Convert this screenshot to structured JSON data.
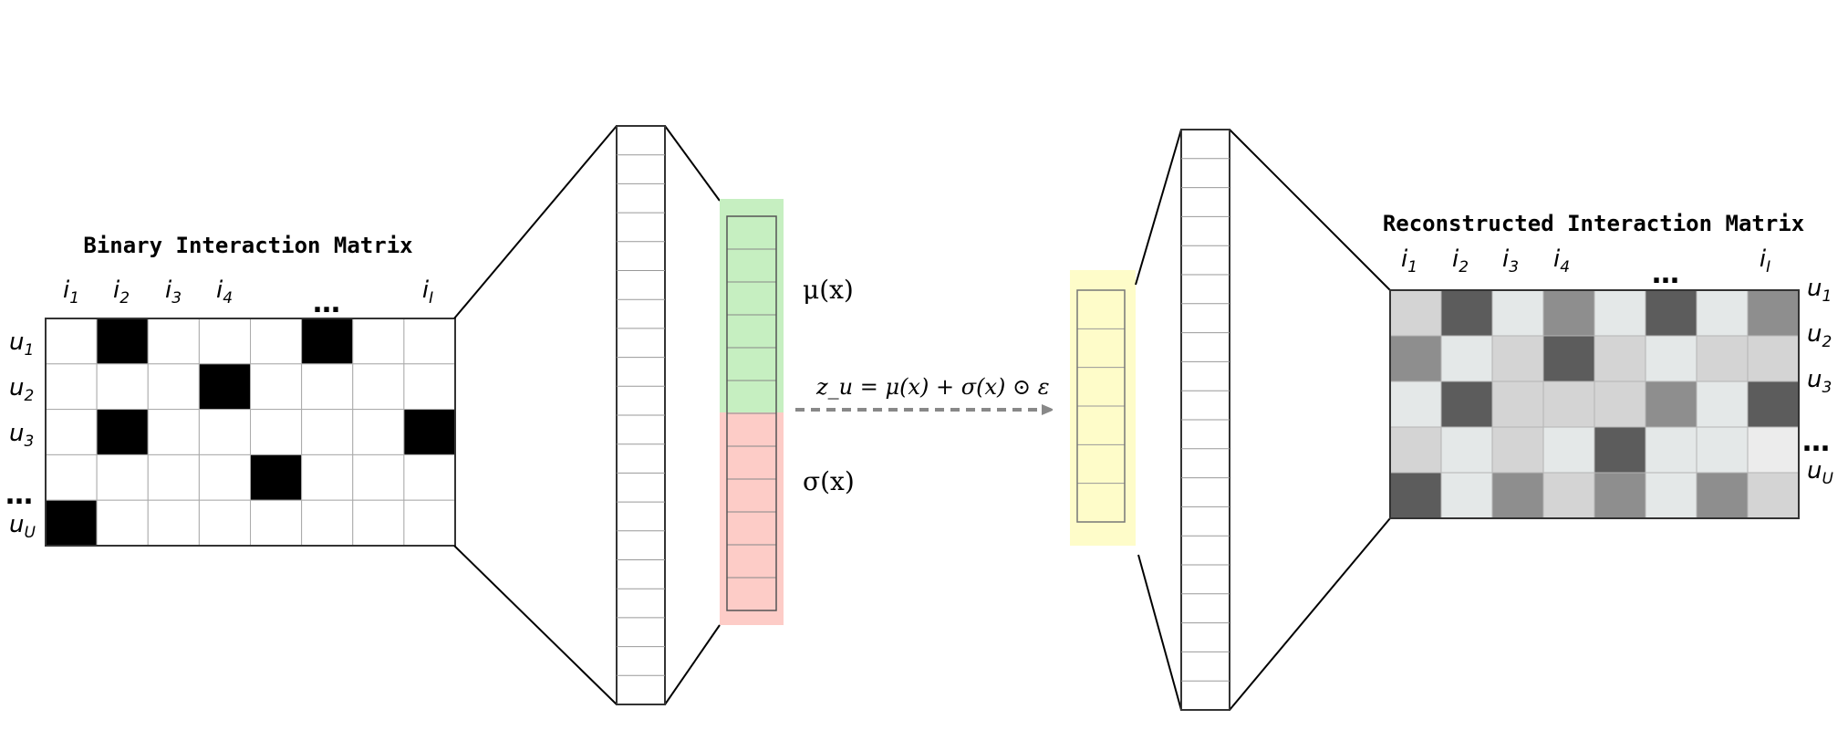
{
  "left_matrix": {
    "title": "Binary Interaction Matrix",
    "col_labels": [
      {
        "base": "i",
        "sub": "1"
      },
      {
        "base": "i",
        "sub": "2"
      },
      {
        "base": "i",
        "sub": "3"
      },
      {
        "base": "i",
        "sub": "4"
      },
      {
        "base": "…",
        "sub": ""
      },
      {
        "base": "i",
        "sub": "I"
      }
    ],
    "row_labels": [
      {
        "base": "u",
        "sub": "1"
      },
      {
        "base": "u",
        "sub": "2"
      },
      {
        "base": "u",
        "sub": "3"
      },
      {
        "base": "…",
        "sub": ""
      },
      {
        "base": "u",
        "sub": "U"
      }
    ],
    "cells": [
      [
        0,
        1,
        0,
        0,
        0,
        1,
        0,
        0
      ],
      [
        0,
        0,
        0,
        1,
        0,
        0,
        0,
        0
      ],
      [
        0,
        1,
        0,
        0,
        0,
        0,
        0,
        1
      ],
      [
        0,
        0,
        0,
        0,
        1,
        0,
        0,
        0
      ],
      [
        1,
        0,
        0,
        0,
        0,
        0,
        0,
        0
      ]
    ]
  },
  "latent": {
    "mu_label": "μ(x)",
    "sigma_label": "σ(x)",
    "equation": "z_u = μ(x) + σ(x) ⊙ ε",
    "mu_color": "#c6efc1",
    "sigma_color": "#fdccc7",
    "z_color": "#fefcc9"
  },
  "right_matrix": {
    "title": "Reconstructed Interaction Matrix",
    "col_labels": [
      {
        "base": "i",
        "sub": "1"
      },
      {
        "base": "i",
        "sub": "2"
      },
      {
        "base": "i",
        "sub": "3"
      },
      {
        "base": "i",
        "sub": "4"
      },
      {
        "base": "…",
        "sub": ""
      },
      {
        "base": "i",
        "sub": "I"
      }
    ],
    "row_labels": [
      {
        "base": "u",
        "sub": "1"
      },
      {
        "base": "u",
        "sub": "2"
      },
      {
        "base": "u",
        "sub": "3"
      },
      {
        "base": "…",
        "sub": ""
      },
      {
        "base": "u",
        "sub": "U"
      }
    ],
    "cells": [
      [
        "#d4d4d4",
        "#5c5c5c",
        "#e4e8e8",
        "#8e8e8e",
        "#e4e8e8",
        "#5c5c5c",
        "#e4e8e8",
        "#8e8e8e"
      ],
      [
        "#8e8e8e",
        "#e4e8e8",
        "#d4d4d4",
        "#5c5c5c",
        "#d4d4d4",
        "#e4e8e8",
        "#d4d4d4",
        "#d4d4d4"
      ],
      [
        "#e4e8e8",
        "#5c5c5c",
        "#d4d4d4",
        "#d4d4d4",
        "#d4d4d4",
        "#8e8e8e",
        "#e4e8e8",
        "#5c5c5c"
      ],
      [
        "#d4d4d4",
        "#e4e8e8",
        "#d4d4d4",
        "#e4e8e8",
        "#5c5c5c",
        "#e4e8e8",
        "#e4e8e8",
        "#ececec"
      ],
      [
        "#5c5c5c",
        "#e4e8e8",
        "#8e8e8e",
        "#d4d4d4",
        "#8e8e8e",
        "#e4e8e8",
        "#8e8e8e",
        "#d4d4d4"
      ]
    ]
  }
}
